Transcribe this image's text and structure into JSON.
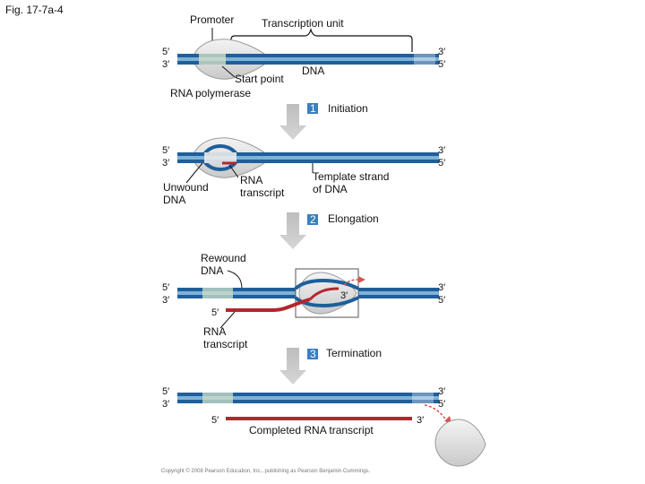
{
  "figure_label": "Fig. 17-7a-4",
  "labels": {
    "promoter": "Promoter",
    "transcription_unit": "Transcription unit",
    "dna": "DNA",
    "start_point": "Start point",
    "rna_polymerase": "RNA polymerase",
    "unwound_dna_1": "Unwound",
    "unwound_dna_2": "DNA",
    "rna_transcript_1": "RNA",
    "rna_transcript_2": "transcript",
    "template_strand_1": "Template strand",
    "template_strand_2": "of DNA",
    "rewound_dna_1": "Rewound",
    "rewound_dna_2": "DNA",
    "rna_transcript_b_1": "RNA",
    "rna_transcript_b_2": "transcript",
    "completed_rna": "Completed RNA transcript"
  },
  "ends": {
    "five": "5′",
    "three": "3′"
  },
  "steps": [
    {
      "number": "1",
      "name": "Initiation"
    },
    {
      "number": "2",
      "name": "Elongation"
    },
    {
      "number": "3",
      "name": "Termination"
    }
  ],
  "colors": {
    "dna_dark": "#1e5f9c",
    "dna_light": "#7fb2d6",
    "rna": "#b3262d",
    "polymerase": "#d9d9d9",
    "step_badge": "#3a7fc0",
    "arrow": "#c8c8c8"
  },
  "copyright": "Copyright © 2008 Pearson Education, Inc., publishing as Pearson Benjamin Cummings."
}
